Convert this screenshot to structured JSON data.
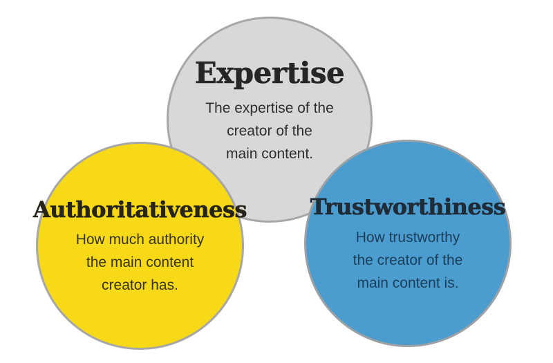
{
  "page": {
    "background_color": "#ffffff"
  },
  "diagram": {
    "kind": "venn-style three-circle diagram (E-A-T)",
    "circles": [
      {
        "id": "expertise",
        "title": "Expertise",
        "lines": [
          "The expertise of the",
          "creator of the",
          "main content."
        ],
        "fill": "#d8d8d8",
        "border": "#a7a7a7",
        "title_color": "#262626",
        "body_color": "#2e2e2e"
      },
      {
        "id": "authoritativeness",
        "title": "Authoritativeness",
        "lines": [
          "How much authority",
          "the main content",
          "creator has."
        ],
        "fill": "#f7d917",
        "border": "#a7a7a7",
        "title_color": "#272419",
        "body_color": "#38351f"
      },
      {
        "id": "trustworthiness",
        "title": "Trustworthiness",
        "lines": [
          "How trustworthy",
          "the creator of the",
          "main content is."
        ],
        "fill": "#4a9dce",
        "border": "#9ba1a5",
        "title_color": "#1f2b36",
        "body_color": "#1c3e5b"
      }
    ]
  }
}
